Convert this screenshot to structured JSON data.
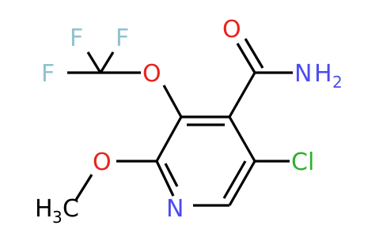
{
  "molecule": {
    "atoms": {
      "f_top_left": "F",
      "f_top_right": "F",
      "f_left": "F",
      "o_ether_top": "O",
      "o_carbonyl": "O",
      "amide_n": "N",
      "amide_h": "H",
      "amide_h_count": "2",
      "ring_n": "N",
      "cl": "Cl",
      "o_methoxy": "O",
      "methyl_c": "C",
      "methyl_h": "H",
      "methyl_h_count": "3"
    },
    "colors": {
      "bond": "#000000",
      "oxygen": "#e8231d",
      "nitrogen": "#4b4bf0",
      "chlorine": "#2fb02c",
      "fluorine": "#8fc2cf"
    }
  }
}
